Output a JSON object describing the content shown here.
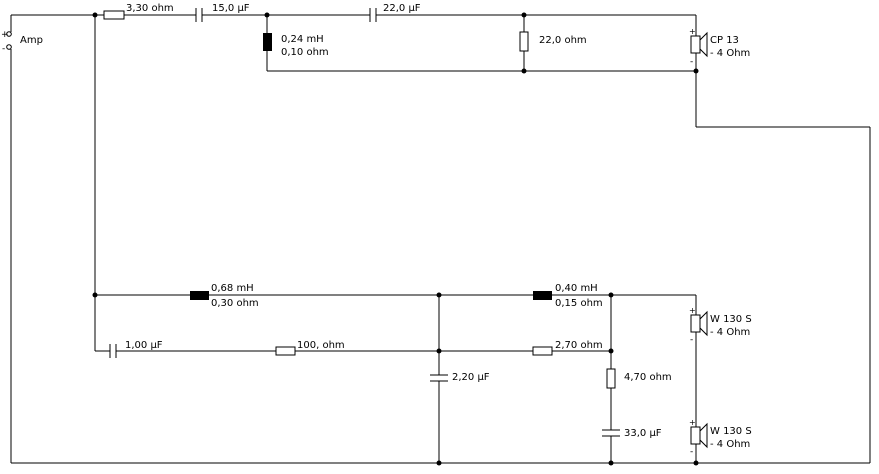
{
  "amp": {
    "label": "Amp",
    "plus": "+",
    "minus": "-"
  },
  "tweeter_path": {
    "series_resistor": "3,30 ohm",
    "series_cap": "15,0 µF",
    "second_cap": "22,0 µF",
    "shunt_inductor_l": "0,24 mH",
    "shunt_inductor_r": "0,10 ohm",
    "shunt_resistor": "22,0 ohm"
  },
  "tweeter": {
    "name": "CP 13",
    "impedance": "- 4 Ohm",
    "plus": "+",
    "minus": "-"
  },
  "woofer_path": {
    "inductor1_l": "0,68 mH",
    "inductor1_r": "0,30 ohm",
    "inductor2_l": "0,40 mH",
    "inductor2_r": "0,15 ohm",
    "zobel_cap": "1,00 µF",
    "zobel_res": "100, ohm",
    "shunt_cap": "2,20 µF",
    "res_270": "2,70 ohm",
    "res_470": "4,70 ohm",
    "cap_330": "33,0 µF"
  },
  "woofer1": {
    "name": "W 130 S",
    "impedance": "- 4 Ohm",
    "plus": "+",
    "minus": "-"
  },
  "woofer2": {
    "name": "W 130 S",
    "impedance": "- 4 Ohm",
    "plus": "+",
    "minus": "-"
  }
}
